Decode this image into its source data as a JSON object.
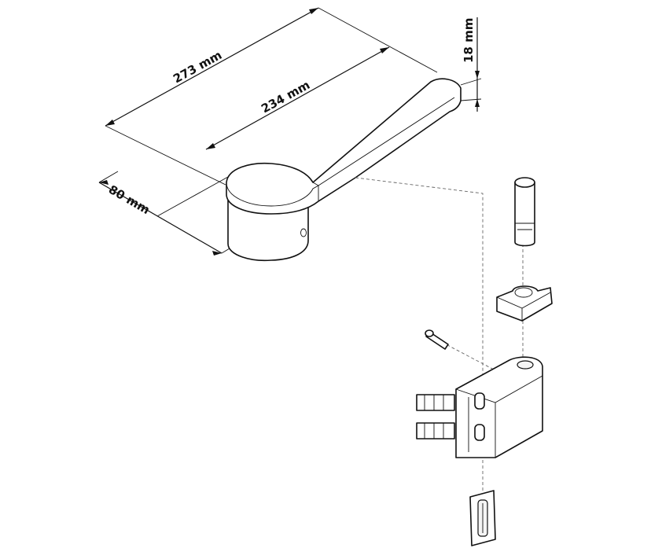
{
  "dimensions": {
    "length_total": "273 mm",
    "length_lever": "234 mm",
    "depth": "80 mm",
    "thickness": "18 mm"
  },
  "parts": [
    "handle-lever",
    "pin",
    "spacer-block",
    "screw",
    "hinge-bracket",
    "cover-plate"
  ]
}
